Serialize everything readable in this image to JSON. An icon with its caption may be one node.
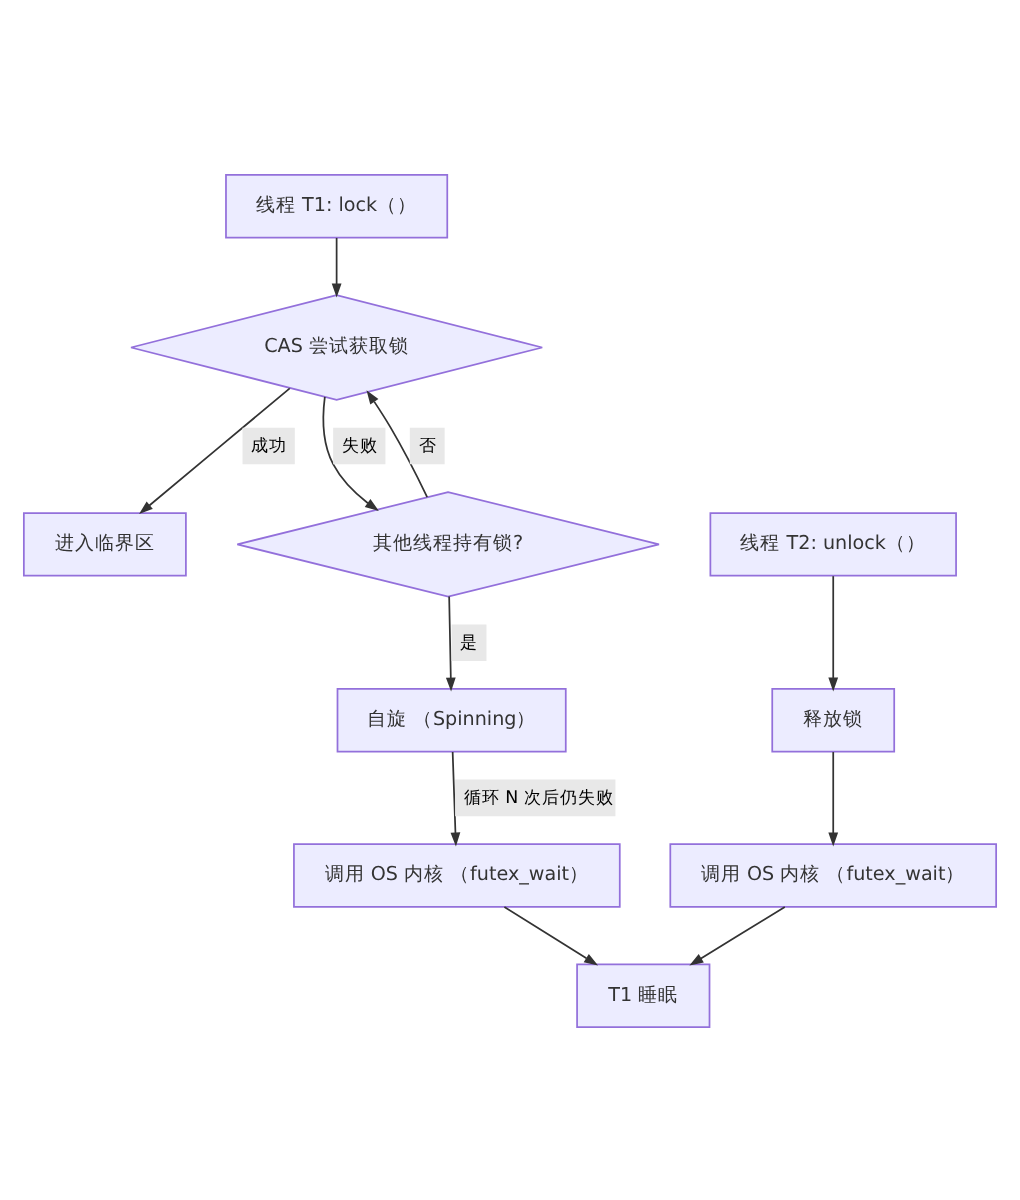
{
  "diagram": {
    "nodes": [
      {
        "text": [
          "线程 T1: lock（）"
        ]
      },
      {
        "text": [
          "CAS 尝试获取锁"
        ]
      },
      {
        "text": [
          "进入临界区"
        ]
      },
      {
        "text": [
          "其他线程持有锁?"
        ]
      },
      {
        "text": [
          "线程 T2: unlock（）"
        ]
      },
      {
        "text": [
          "自旋 （Spinning）"
        ]
      },
      {
        "text": [
          "释放锁"
        ]
      },
      {
        "text": [
          "调用 OS 内核 （futex_wait）"
        ]
      },
      {
        "text": [
          "调用 OS 内核 （futex_wait）"
        ]
      },
      {
        "text": [
          "T1 睡眠"
        ]
      }
    ],
    "edges": [
      {
        "from": 0,
        "to": 1,
        "arrow": "to"
      },
      {
        "from": 1,
        "to": 2,
        "arrow": "to",
        "label": "成功"
      },
      {
        "from": 1,
        "to": 3,
        "arrow": "to",
        "label": "失败"
      },
      {
        "from": 3,
        "to": 1,
        "arrow": "to",
        "label": "否"
      },
      {
        "from": 3,
        "to": 5,
        "arrow": "to",
        "label": "是"
      },
      {
        "from": 5,
        "to": 7,
        "arrow": "to",
        "label": "循环 N 次后仍失败"
      },
      {
        "from": 4,
        "to": 6,
        "arrow": "to"
      },
      {
        "from": 6,
        "to": 8,
        "arrow": "to"
      },
      {
        "from": 7,
        "to": 9,
        "arrow": "to"
      },
      {
        "from": 8,
        "to": 9,
        "arrow": "to"
      }
    ]
  }
}
